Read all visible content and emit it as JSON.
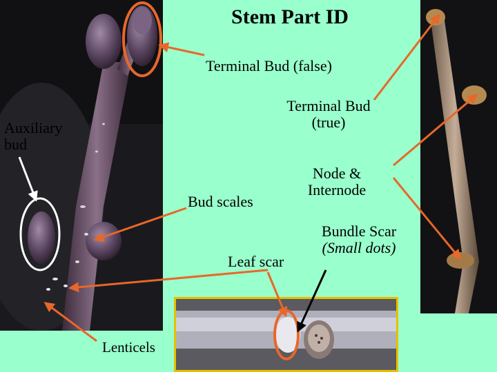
{
  "title": "Stem Part ID",
  "labels": {
    "terminal_bud_false": "Terminal Bud (false)",
    "terminal_bud_true_line1": "Terminal Bud",
    "terminal_bud_true_line2": "(true)",
    "auxiliary_bud_line1": "Auxiliary",
    "auxiliary_bud_line2": "bud",
    "node_internode_line1": "Node &",
    "node_internode_line2": "Internode",
    "bud_scales": "Bud scales",
    "bundle_scar_line1": "Bundle Scar",
    "bundle_scar_line2": "(Small dots)",
    "leaf_scar": "Leaf scar",
    "lenticels": "Lenticels"
  },
  "colors": {
    "background": "#99ffcc",
    "arrow_orange": "#e8672a",
    "arrow_white": "#ffffff",
    "arrow_black": "#000000",
    "frame_gold": "#e8c000"
  }
}
